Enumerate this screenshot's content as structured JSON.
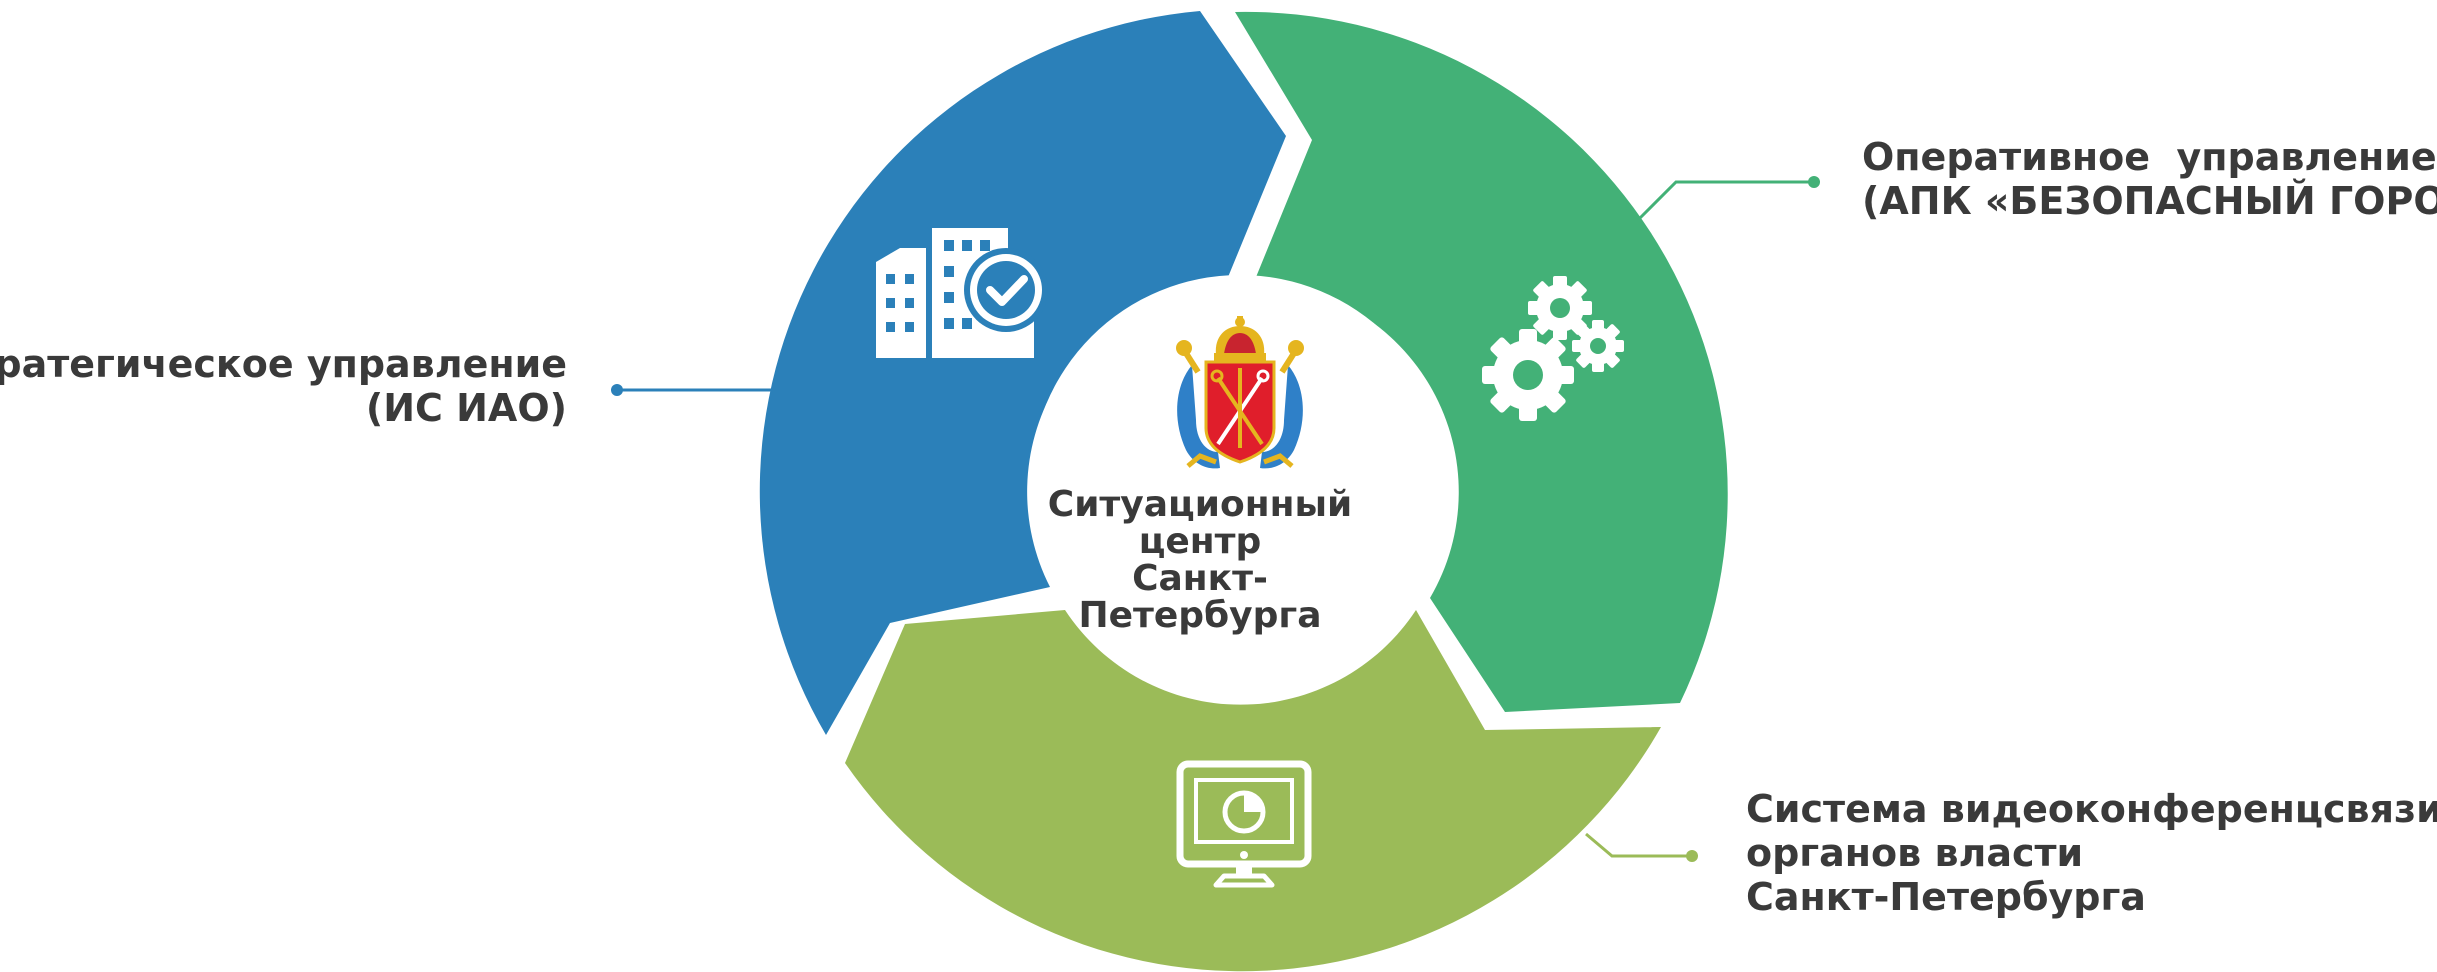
{
  "center": {
    "lines": [
      "Ситуационный",
      "центр",
      "Санкт-Петербурга"
    ],
    "emblem": "saint-petersburg-coat-of-arms"
  },
  "segments": [
    {
      "id": "strategic",
      "color": "#2b80b9",
      "icon": "buildings-checkmark-icon",
      "label_lines": [
        "Стратегическое управление",
        "(ИС ИАО)"
      ]
    },
    {
      "id": "operational",
      "color": "#43b177",
      "icon": "gears-icon",
      "label_lines": [
        "Оперативное  управление",
        "(АПК «БЕЗОПАСНЫЙ ГОРОД»)"
      ]
    },
    {
      "id": "video",
      "color": "#9bbb58",
      "icon": "monitor-chart-icon",
      "label_lines": [
        "Система видеоконференцсвязи",
        "органов власти",
        "Санкт-Петербурга"
      ]
    }
  ]
}
